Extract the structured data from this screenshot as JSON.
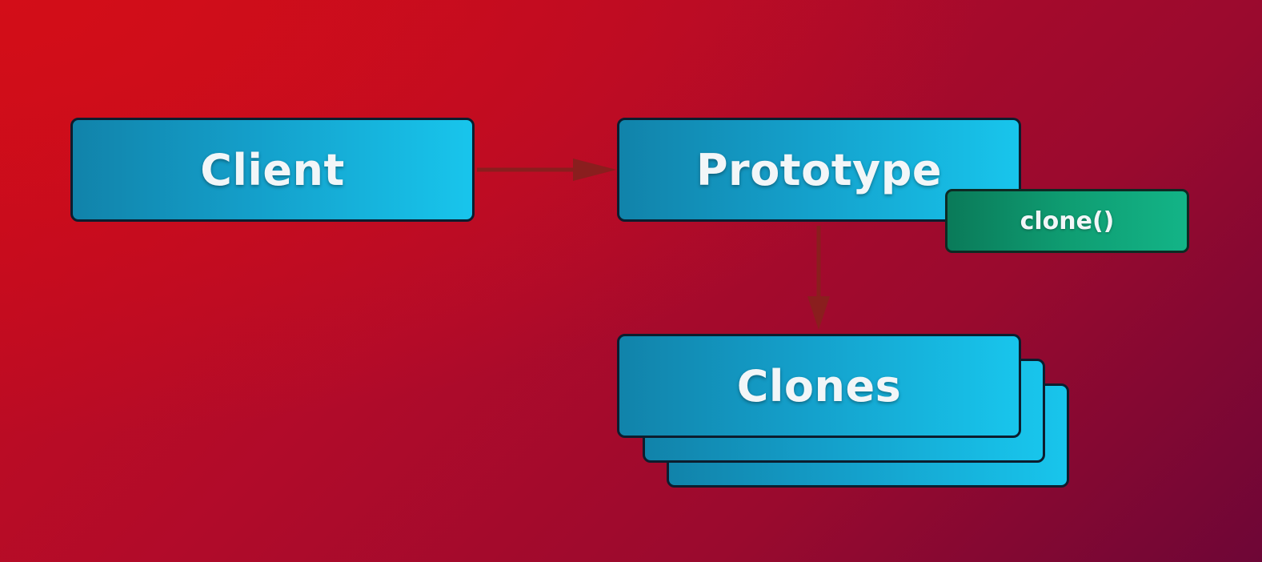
{
  "diagram": {
    "client": {
      "label": "Client"
    },
    "prototype": {
      "label": "Prototype"
    },
    "method": {
      "label": "clone()"
    },
    "clones": {
      "label": "Clones"
    },
    "edges": [
      {
        "from": "client",
        "to": "prototype"
      },
      {
        "from": "prototype",
        "to": "clones"
      }
    ]
  },
  "colors": {
    "background_start": "#d30d18",
    "background_end": "#6e0636",
    "node_fill": "#18c5ec",
    "method_fill": "#13b487",
    "arrow": "#8a1e1e"
  }
}
